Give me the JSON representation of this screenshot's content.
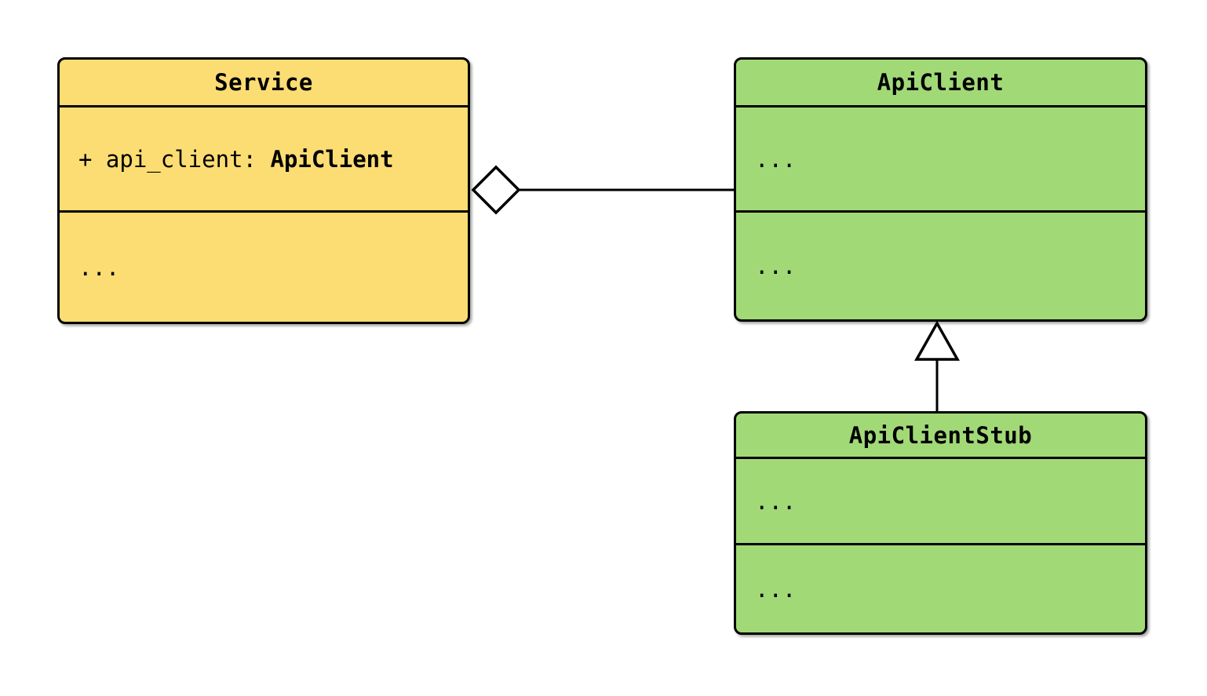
{
  "diagram": {
    "kind": "uml-class-diagram",
    "background": "#FFFFFF",
    "stroke_color": "#000000",
    "classes": [
      {
        "name": "Service",
        "fill": "#FCDD73",
        "attribute": {
          "prefix": "+ api_client: ",
          "type": "ApiClient"
        },
        "methods": "..."
      },
      {
        "name": "ApiClient",
        "fill": "#A2D977",
        "attributes": "...",
        "methods": "..."
      },
      {
        "name": "ApiClientStub",
        "fill": "#A2D977",
        "attributes": "...",
        "methods": "..."
      }
    ],
    "relations": [
      {
        "type": "aggregation",
        "from": "Service",
        "to": "ApiClient",
        "marker": "hollow-diamond"
      },
      {
        "type": "inheritance",
        "from": "ApiClientStub",
        "to": "ApiClient",
        "marker": "hollow-triangle"
      }
    ]
  }
}
